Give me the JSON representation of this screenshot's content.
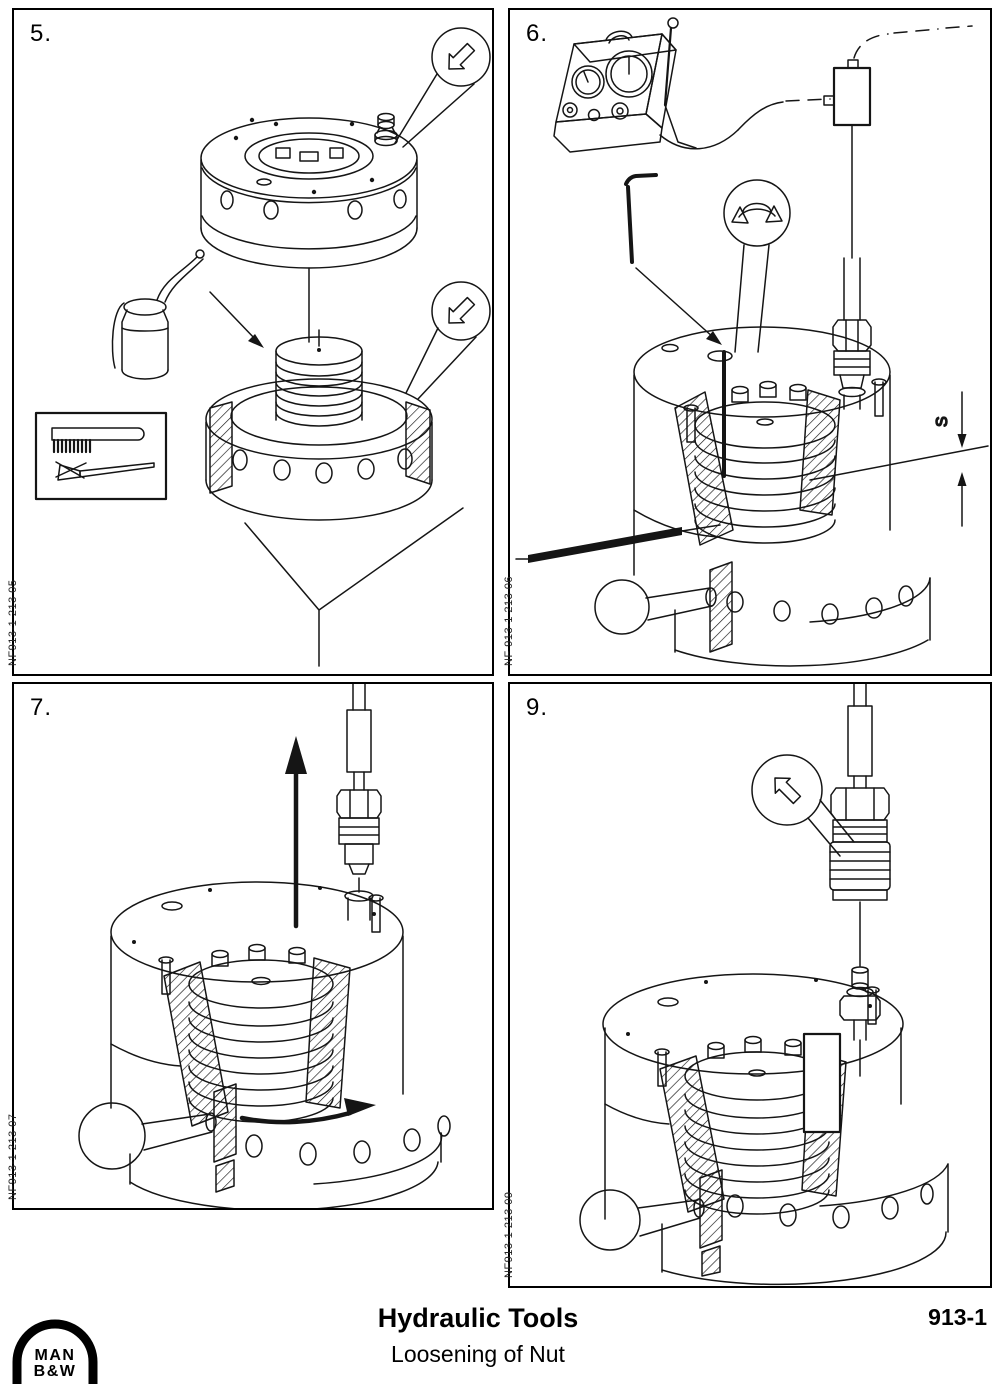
{
  "document": {
    "title": "Hydraulic Tools",
    "subtitle": "Loosening of Nut",
    "section_number": "913-1",
    "logo_line1": "MAN",
    "logo_line2": "B&W"
  },
  "panels": [
    {
      "step_label": "5.",
      "figure_id": "NF913-1 213 05",
      "description": "hydraulic jack lifted off nut, oil can, cleaning brush and scraper, press-on direction arrows"
    },
    {
      "step_label": "6.",
      "figure_id": "NF 913-1 213 06",
      "dimension_label": "S",
      "description": "pump with gauges and distributor connected by hose to jack on nut, hex key turning, gap S measured"
    },
    {
      "step_label": "7.",
      "figure_id": "NF913-1 213 07",
      "description": "pressure raised, piston lifts (up arrow), nut turned with tommy bar (rotation arrow)"
    },
    {
      "step_label": "9.",
      "figure_id": "NF913-1 213 09",
      "description": "quick coupling of hose disconnected from nipple (up-left arrow)"
    }
  ],
  "icons": {
    "press_direction": "block-arrow-down-left",
    "turn_both_ways": "curved-double-arrow",
    "disconnect_direction": "block-arrow-up-left"
  },
  "colors": {
    "line": "#151515",
    "paper": "#ffffff"
  }
}
